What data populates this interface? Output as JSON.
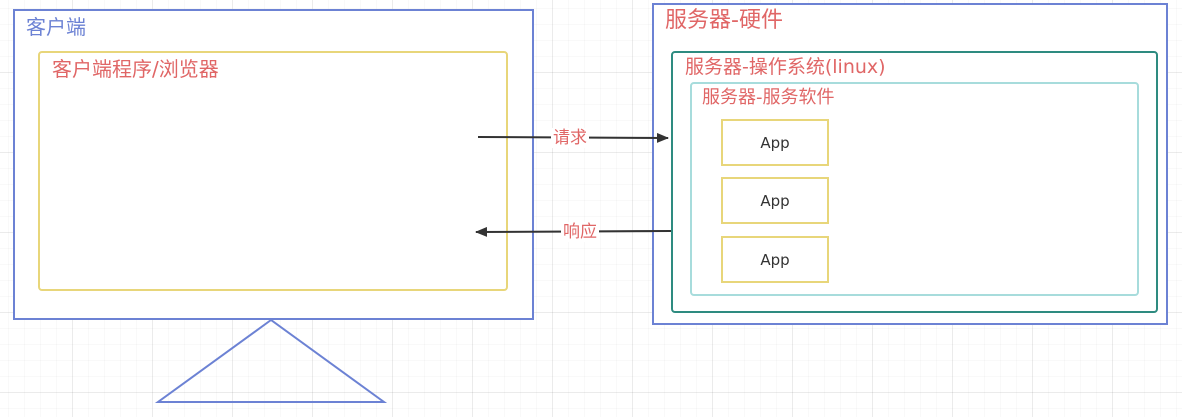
{
  "client": {
    "title": "客户端",
    "browser_title": "客户端程序/浏览器"
  },
  "server": {
    "hardware_title": "服务器-硬件",
    "os_title": "服务器-操作系统(linux)",
    "software_title": "服务器-服务软件",
    "apps": [
      "App",
      "App",
      "App"
    ]
  },
  "arrows": {
    "request_label": "请求",
    "response_label": "响应"
  },
  "colors": {
    "client_border": "#6c82d4",
    "browser_border": "#e8d67a",
    "os_border": "#2e8b80",
    "software_border": "#a7dcdc",
    "label_text": "#e06666",
    "arrow": "#333333"
  }
}
